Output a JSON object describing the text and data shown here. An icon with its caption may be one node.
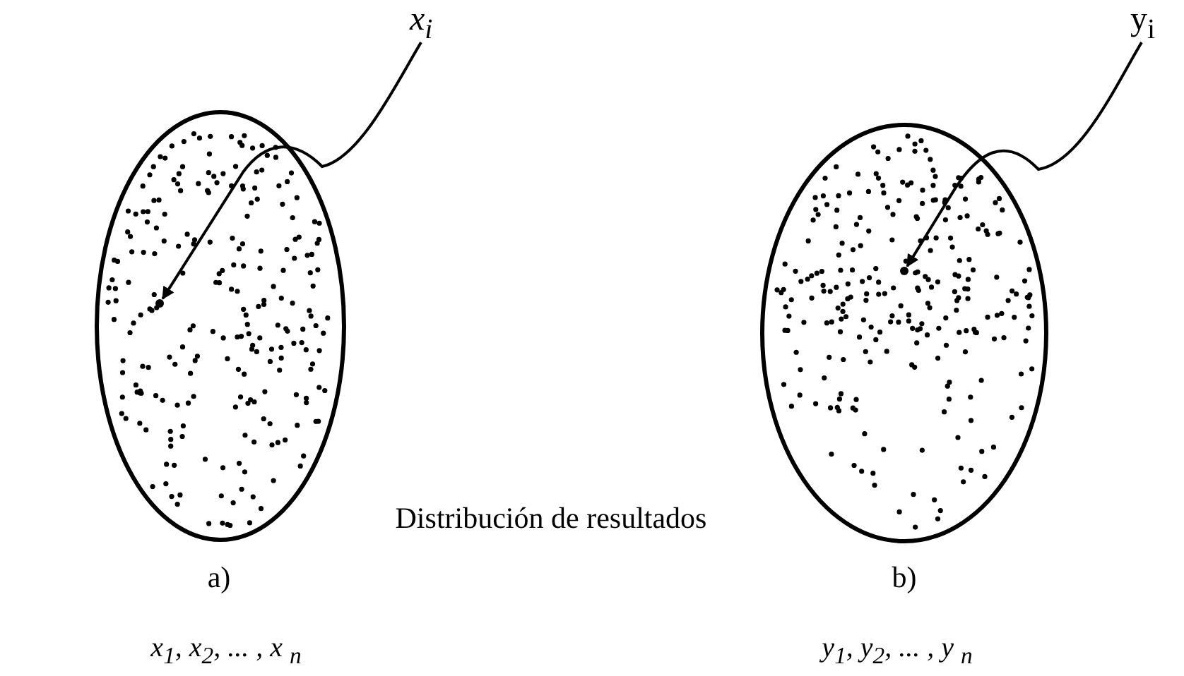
{
  "diagram": {
    "nodes": [
      {
        "text": [],
        "shape": "ellipse"
      },
      {
        "text": [],
        "shape": "circle",
        "in": 0
      },
      {
        "text": [
          "x$_{i}$"
        ]
      },
      {
        "text": [],
        "shape": "ellipse"
      },
      {
        "text": [],
        "shape": "circle",
        "in": 3
      },
      {
        "text": [
          "y$_{i}$"
        ]
      }
    ],
    "edges": [
      {
        "from": 2,
        "to": 1,
        "arrow": "to"
      },
      {
        "from": 5,
        "to": 4,
        "arrow": "to"
      }
    ],
    "labels": [
      "Distribución de resultados",
      "a)",
      "b)",
      "x$_{1}$, x$_{2}$, ... , x $_{n}$",
      "y$_{1}$, y$_{2}$, ... , y $_{n}$"
    ]
  }
}
